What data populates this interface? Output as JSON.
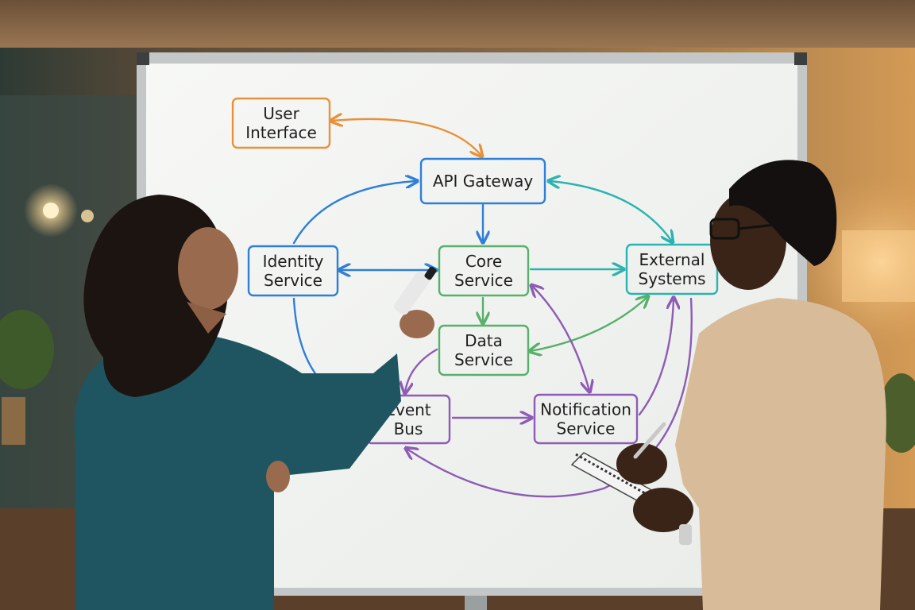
{
  "diagram": {
    "nodes": [
      {
        "id": "ui",
        "lines": [
          "User",
          "Interface"
        ],
        "color": "#E8913A"
      },
      {
        "id": "api",
        "lines": [
          "API Gateway"
        ],
        "color": "#2F7FD6"
      },
      {
        "id": "identity",
        "lines": [
          "Identity",
          "Service"
        ],
        "color": "#2F7FD6"
      },
      {
        "id": "core",
        "lines": [
          "Core",
          "Service"
        ],
        "color": "#58B06A"
      },
      {
        "id": "external",
        "lines": [
          "External",
          "Systems"
        ],
        "color": "#2BB3B0"
      },
      {
        "id": "data",
        "lines": [
          "Data",
          "Service"
        ],
        "color": "#58B06A"
      },
      {
        "id": "event",
        "lines": [
          "Event",
          "Bus"
        ],
        "color": "#8E5BB5"
      },
      {
        "id": "notify",
        "lines": [
          "Notification",
          "Service"
        ],
        "color": "#8E5BB5"
      }
    ],
    "edges": [
      {
        "from": "ui",
        "to": "api",
        "bidirectional": true,
        "color": "#E8913A"
      },
      {
        "from": "api",
        "to": "core",
        "bidirectional": false,
        "color": "#2F7FD6"
      },
      {
        "from": "identity",
        "to": "api",
        "bidirectional": false,
        "color": "#2F7FD6"
      },
      {
        "from": "identity",
        "to": "core",
        "bidirectional": true,
        "color": "#2F7FD6"
      },
      {
        "from": "api",
        "to": "external",
        "bidirectional": true,
        "color": "#2BB3B0"
      },
      {
        "from": "core",
        "to": "external",
        "bidirectional": false,
        "color": "#2BB3B0"
      },
      {
        "from": "core",
        "to": "data",
        "bidirectional": false,
        "color": "#58B06A"
      },
      {
        "from": "external",
        "to": "data",
        "bidirectional": true,
        "color": "#58B06A"
      },
      {
        "from": "identity",
        "to": "event",
        "bidirectional": false,
        "color": "#2F7FD6"
      },
      {
        "from": "data",
        "to": "event",
        "bidirectional": false,
        "color": "#8E5BB5"
      },
      {
        "from": "event",
        "to": "notify",
        "bidirectional": false,
        "color": "#8E5BB5"
      },
      {
        "from": "core",
        "to": "notify",
        "bidirectional": true,
        "color": "#8E5BB5"
      },
      {
        "from": "notify",
        "to": "external",
        "bidirectional": false,
        "color": "#8E5BB5"
      },
      {
        "from": "external",
        "to": "event",
        "bidirectional": false,
        "color": "#8E5BB5"
      }
    ]
  },
  "colors": {
    "whiteboard": "#F3F5F3",
    "board_frame": "#BFC3C3",
    "background_warm": "#C98A4B",
    "woman_top": "#1F5560",
    "man_sweater": "#D8BC99"
  }
}
